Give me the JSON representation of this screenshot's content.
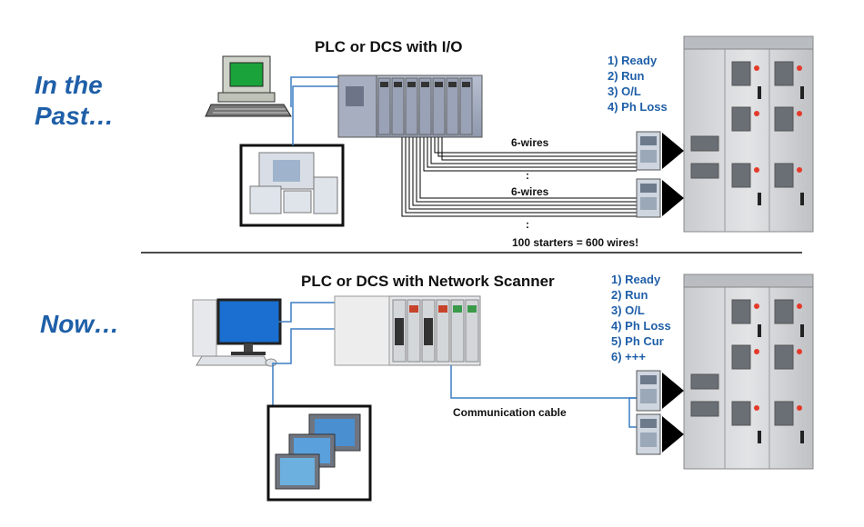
{
  "past": {
    "era_label_line1": "In the",
    "era_label_line2": "Past…",
    "heading": "PLC or DCS with I/O",
    "statuses": [
      "1) Ready",
      "2) Run",
      "3) O/L",
      "4) Ph Loss"
    ],
    "wire_label_1": "6-wires",
    "ellipsis_1": ":",
    "wire_label_2": "6-wires",
    "ellipsis_2": ":",
    "total_wires": "100 starters = 600 wires!"
  },
  "now": {
    "era_label": "Now…",
    "heading": "PLC or DCS with Network Scanner",
    "statuses": [
      "1) Ready",
      "2) Run",
      "3) O/L",
      "4) Ph Loss",
      "5) Ph Cur",
      "6) +++"
    ],
    "cable_label": "Communication cable"
  },
  "colors": {
    "accent_blue": "#1f5fa8",
    "wire_black": "#000000",
    "cable_blue": "#3b7fc4",
    "mcc_gray": "#d4d6d8"
  }
}
